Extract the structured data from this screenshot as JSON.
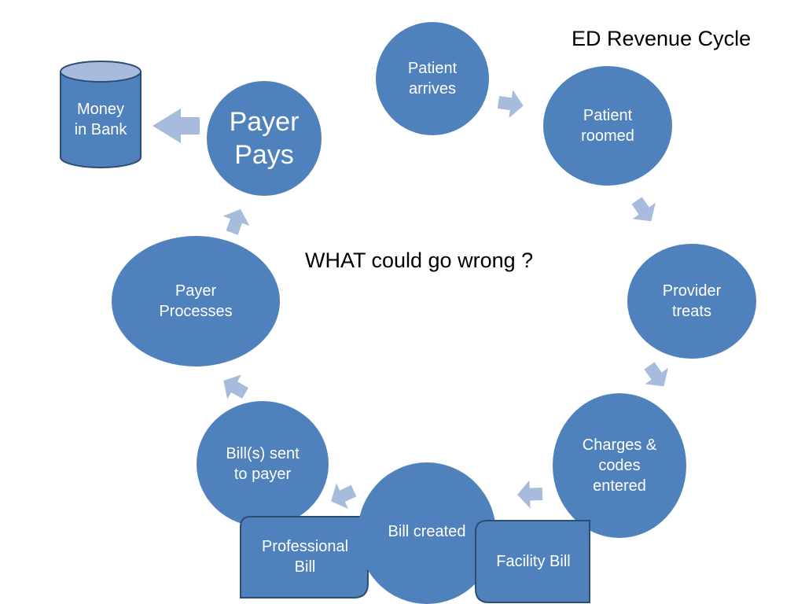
{
  "title": "ED Revenue Cycle",
  "question": "WHAT could go wrong ?",
  "colors": {
    "node_fill": "#4f81bd",
    "node_stroke": "#3a6496",
    "arrow_fill": "#a7bcdd",
    "text_light": "#ffffff",
    "text_dark": "#000000"
  },
  "nodes": {
    "patient_arrives": "Patient\narrives",
    "patient_roomed": "Patient\nroomed",
    "provider_treats": "Provider\ntreats",
    "charges_entered": "Charges &\ncodes\nentered",
    "bill_created": "Bill created",
    "bills_sent": "Bill(s) sent\nto payer",
    "payer_processes": "Payer\nProcesses",
    "payer_pays": "Payer\nPays"
  },
  "documents": {
    "facility_bill": "Facility Bill",
    "professional_bill": "Professional\nBill"
  },
  "bank": {
    "label": "Money\nin Bank"
  }
}
